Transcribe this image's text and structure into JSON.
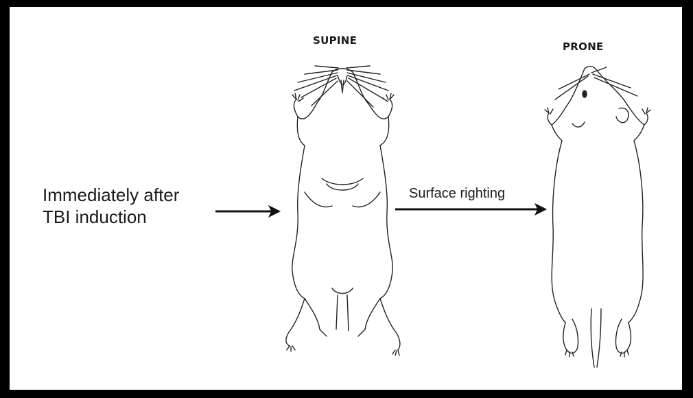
{
  "labels": {
    "supine": "SUPINE",
    "prone": "PRONE",
    "caption_line1": "Immediately after",
    "caption_line2": "TBI induction",
    "arrow_caption": "Surface righting"
  },
  "colors": {
    "frame": "#000000",
    "background": "#ffffff",
    "ink": "#1a1a1a"
  }
}
